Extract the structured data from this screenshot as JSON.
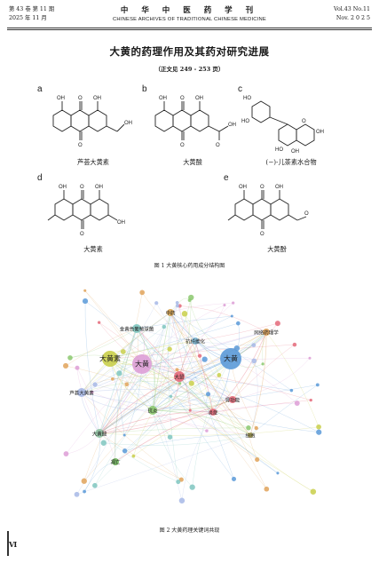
{
  "header": {
    "volume_cn": "第 43 卷 第 11 期",
    "date_cn": "2025 年 11 月",
    "journal_cn": "中 华 中 医 药 学 刊",
    "journal_en": "CHINESE ARCHIVES OF TRADITIONAL CHINESE MEDICINE",
    "volume_en": "Vol.43 No.11",
    "date_en": "Nov. 2 0 2 5"
  },
  "article": {
    "title": "大黄的药理作用及其药对研究进展",
    "continued": "（正文见 249 - 253 页）"
  },
  "figure1": {
    "caption": "图 1  大黄核心药用成分结构图",
    "panels": [
      {
        "letter": "a",
        "name": "芦荟大黄素"
      },
      {
        "letter": "b",
        "name": "大黄酸"
      },
      {
        "letter": "c",
        "name": "(−)-儿茶素水合物"
      },
      {
        "letter": "d",
        "name": "大黄素"
      },
      {
        "letter": "e",
        "name": "大黄酚"
      }
    ]
  },
  "figure2": {
    "caption": "图 2  大黄药理关键词共现",
    "nodes": [
      {
        "label": "大黄素",
        "color": "#c9cf4a",
        "r": 9
      },
      {
        "label": "大黄",
        "color": "#dd9ed6",
        "r": 11
      },
      {
        "label": "大黄",
        "color": "#5b9ad8",
        "r": 12
      },
      {
        "label": "大鼠",
        "color": "#e46a7a",
        "r": 6
      },
      {
        "label": "芦荟大黄素",
        "color": "#a7b8e6",
        "r": 5
      },
      {
        "label": "抗炎",
        "color": "#8bc86e",
        "r": 5
      },
      {
        "label": "金黄色葡萄球菌",
        "color": "#7fc6c0",
        "r": 5
      },
      {
        "label": "炎症",
        "color": "#e46a7a",
        "r": 4
      },
      {
        "label": "抗纤维化",
        "color": "#7bb7d4",
        "r": 4
      },
      {
        "label": "网络药理学",
        "color": "#e0a35a",
        "r": 4
      },
      {
        "label": "肾功能",
        "color": "#e46a7a",
        "r": 4
      },
      {
        "label": "大黄酸",
        "color": "#8dc0a0",
        "r": 5
      },
      {
        "label": "凋亡",
        "color": "#6db25a",
        "r": 4
      },
      {
        "label": "中药",
        "color": "#d7a24e",
        "r": 4
      },
      {
        "label": "细胞",
        "color": "#c7bc5a",
        "r": 3
      }
    ]
  }
}
